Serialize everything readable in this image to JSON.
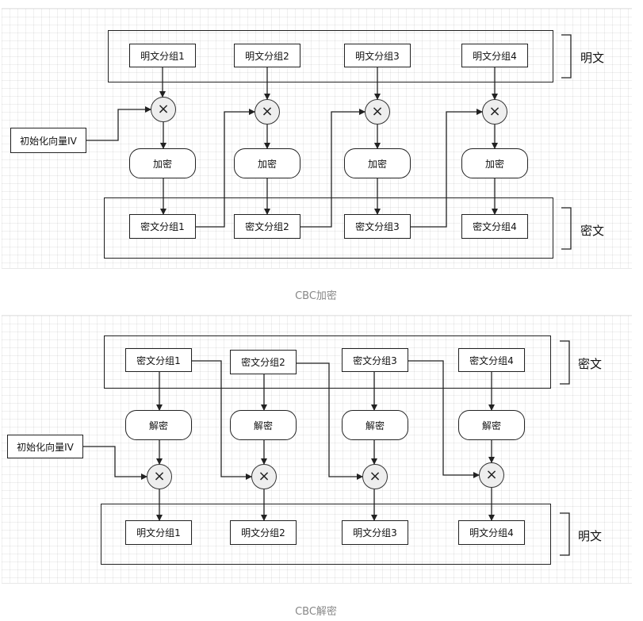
{
  "encrypt": {
    "caption": "CBC加密",
    "plaintext_group_label": "明文",
    "ciphertext_group_label": "密文",
    "iv_label": "初始化向量IV",
    "xor_symbol": "×",
    "plaintext_blocks": [
      "明文分组1",
      "明文分组2",
      "明文分组3",
      "明文分组4"
    ],
    "operations": [
      "加密",
      "加密",
      "加密",
      "加密"
    ],
    "ciphertext_blocks": [
      "密文分组1",
      "密文分组2",
      "密文分组3",
      "密文分组4"
    ]
  },
  "decrypt": {
    "caption": "CBC解密",
    "ciphertext_group_label": "密文",
    "plaintext_group_label": "明文",
    "iv_label": "初始化向量IV",
    "xor_symbol": "×",
    "ciphertext_blocks": [
      "密文分组1",
      "密文分组2",
      "密文分组3",
      "密文分组4"
    ],
    "operations": [
      "解密",
      "解密",
      "解密",
      "解密"
    ],
    "plaintext_blocks": [
      "明文分组1",
      "明文分组2",
      "明文分组3",
      "明文分组4"
    ]
  }
}
